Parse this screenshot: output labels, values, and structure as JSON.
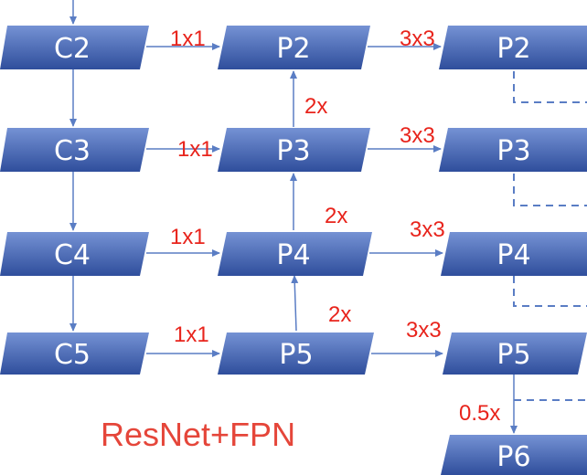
{
  "diagram": {
    "title": "ResNet+FPN",
    "colors": {
      "node_top": "#6e8cd0",
      "node_bottom": "#2f4e9c",
      "arrow": "#5a7dc4",
      "label": "#e8241c",
      "title": "#e5463a"
    },
    "nodes": {
      "c2": "C2",
      "c3": "C3",
      "c4": "C4",
      "c5": "C5",
      "p2a": "P2",
      "p3a": "P3",
      "p4a": "P4",
      "p5a": "P5",
      "p2b": "P2",
      "p3b": "P3",
      "p4b": "P4",
      "p5b": "P5",
      "p6": "P6"
    },
    "edge_labels": {
      "c2_p2": "1x1",
      "c3_p3": "1x1",
      "c4_p4": "1x1",
      "c5_p5": "1x1",
      "p3_p2": "2x",
      "p4_p3": "2x",
      "p5_p4": "2x",
      "p2_out": "3x3",
      "p3_out": "3x3",
      "p4_out": "3x3",
      "p5_out": "3x3",
      "p5_p6": "0.5x"
    }
  }
}
